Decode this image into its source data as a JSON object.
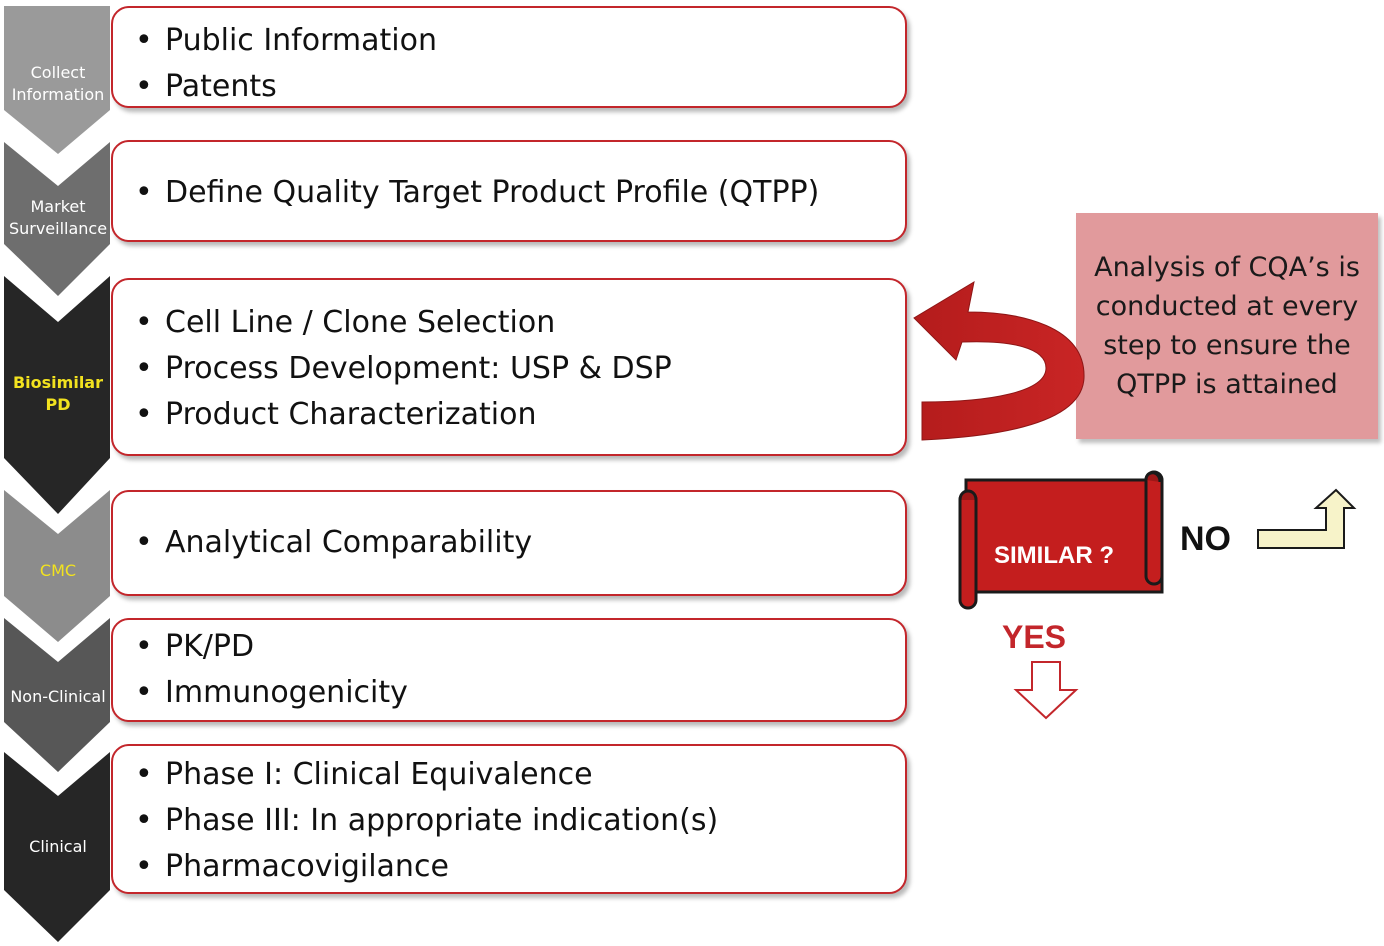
{
  "stages": [
    {
      "label": "Collect\nInformation",
      "color": "#9a9a9a",
      "text_color": "#ffffff",
      "items": [
        "Public Information",
        "Patents"
      ]
    },
    {
      "label": "Market\nSurveillance",
      "color": "#6e6e6e",
      "text_color": "#ffffff",
      "items": [
        "Define Quality Target Product Profile (QTPP)"
      ]
    },
    {
      "label": "Biosimilar\nPD",
      "color": "#262626",
      "text_color": "#f2e21f",
      "items": [
        "Cell Line / Clone Selection",
        "Process Development:  USP & DSP",
        "Product  Characterization"
      ]
    },
    {
      "label": "CMC",
      "color": "#8c8c8c",
      "text_color": "#f2e21f",
      "items": [
        "Analytical Comparability"
      ]
    },
    {
      "label": "Non-Clinical",
      "color": "#575757",
      "text_color": "#ffffff",
      "items": [
        "PK/PD",
        "Immunogenicity"
      ]
    },
    {
      "label": "Clinical",
      "color": "#262626",
      "text_color": "#ffffff",
      "items": [
        "Phase I: Clinical Equivalence",
        "Phase III: In appropriate indication(s)",
        "Pharmacovigilance"
      ]
    }
  ],
  "cqa_note": "Analysis of CQA’s is conducted at every step to ensure the QTPP is attained",
  "decision": {
    "label": "SIMILAR ?",
    "yes": "YES",
    "no": "NO"
  },
  "colors": {
    "accent_red": "#c3262b",
    "scroll_red": "#c41e1e",
    "note_pink": "#e19a9c",
    "arrow_yellow": "#f7f3c9"
  }
}
